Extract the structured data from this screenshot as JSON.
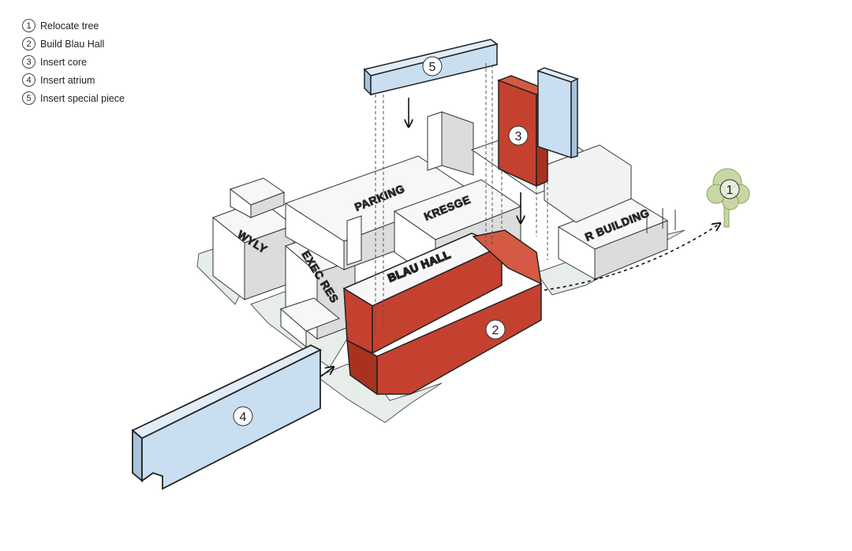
{
  "legend": {
    "items": [
      {
        "num": "1",
        "label": "Relocate tree"
      },
      {
        "num": "2",
        "label": "Build Blau Hall"
      },
      {
        "num": "3",
        "label": "Insert core"
      },
      {
        "num": "4",
        "label": "Insert atrium"
      },
      {
        "num": "5",
        "label": "Insert special piece"
      }
    ]
  },
  "buildings": {
    "wyly": "WYLY",
    "exec_res": "EXEC RES",
    "parking": "PARKING",
    "kresge": "KRESGE",
    "blau_hall": "BLAU HALL",
    "r_building": "R BUILDING"
  },
  "markers": {
    "tree": "1",
    "blau": "2",
    "core": "3",
    "atrium": "4",
    "special": "5"
  },
  "colors": {
    "red_front": "#c4412f",
    "red_side": "#a8321f",
    "red_top": "#d45a45",
    "blue_front": "#c9def0",
    "blue_side": "#a7c3dc",
    "blue_top": "#e0ecf7",
    "ground": "#e7eee9",
    "building_top": "#f7f7f7",
    "building_left": "#ffffff",
    "building_right": "#dcdcdc",
    "tree": "#c7d8a6"
  }
}
